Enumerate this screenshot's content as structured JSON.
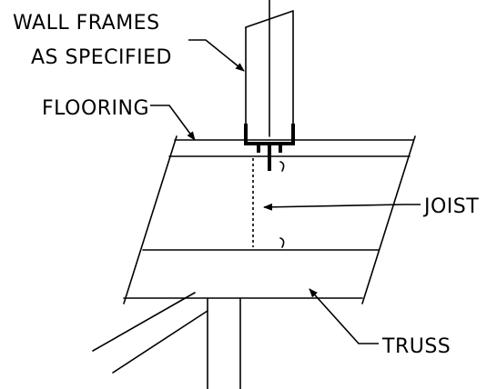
{
  "labels": {
    "wall_frames_line1": "WALL FRAMES",
    "wall_frames_line2": "AS SPECIFIED",
    "flooring": "FLOORING",
    "joist": "JOIST",
    "truss": "TRUSS"
  },
  "colors": {
    "line": "#000000",
    "background": "#ffffff"
  }
}
